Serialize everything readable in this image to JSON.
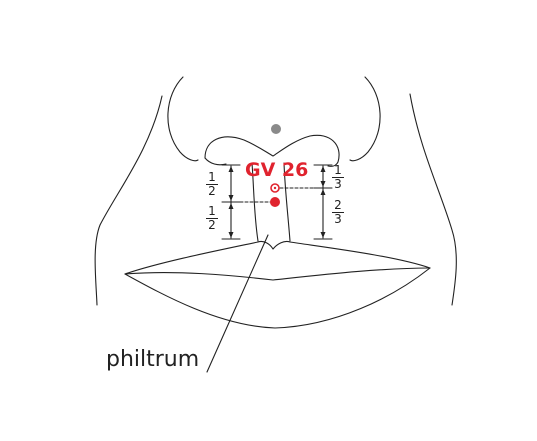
{
  "point": {
    "code": "GV 26",
    "color": "#e0232e"
  },
  "callout": {
    "label": "philtrum"
  },
  "left_scale": {
    "upper": {
      "num": "1",
      "den": "2"
    },
    "lower": {
      "num": "1",
      "den": "2"
    }
  },
  "right_scale": {
    "upper": {
      "num": "1",
      "den": "3"
    },
    "lower": {
      "num": "2",
      "den": "3"
    }
  },
  "colors": {
    "line": "#222222",
    "nose_tip_dot": "#8a8a8a",
    "acupoint": "#e0232e"
  }
}
